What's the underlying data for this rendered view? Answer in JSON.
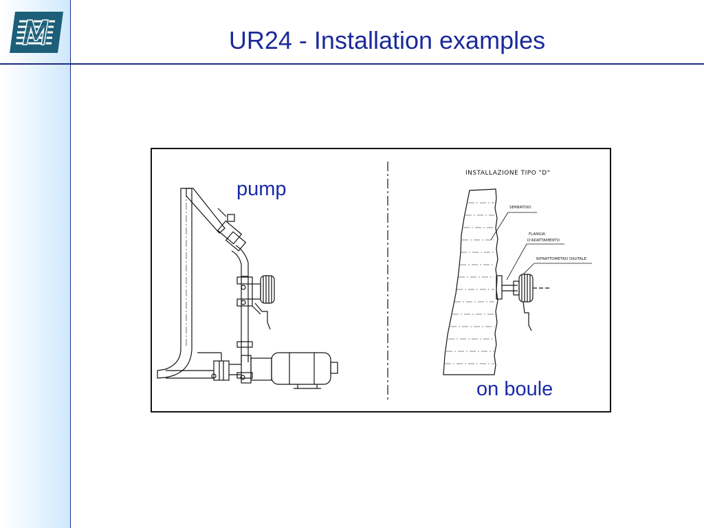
{
  "slide": {
    "title": "UR24 - Installation examples"
  },
  "figure": {
    "caption_left": "pump",
    "caption_right": "on boule",
    "drawing_labels": {
      "installation_type": "INSTALLAZIONE TIPO \"D\"",
      "serbatoio": "SERBATOIO",
      "flangia_line1": "FLANGIA",
      "flangia_line2": "D'ADATTAMENTO",
      "rifrattometro": "RIFRATTOMETRO DIGITALE"
    }
  },
  "colors": {
    "accent": "#1a2a9a",
    "logo": "#1d5f78",
    "rule": "#1a2a88"
  }
}
